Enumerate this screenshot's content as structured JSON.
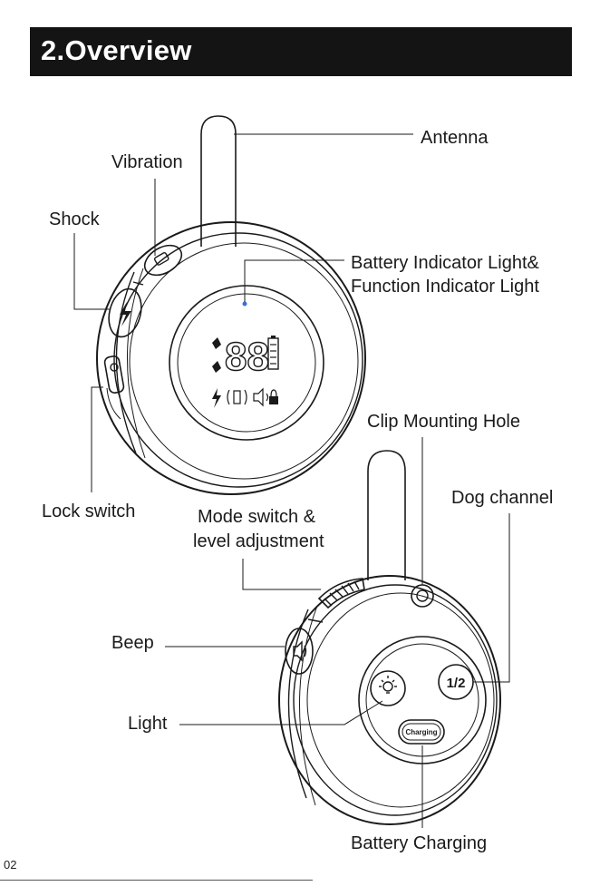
{
  "header": {
    "title": "2.Overview"
  },
  "labels": {
    "antenna": "Antenna",
    "vibration": "Vibration",
    "shock": "Shock",
    "battery_line1": "Battery Indicator Light&",
    "battery_line2": "Function Indicator Light",
    "clip": "Clip Mounting Hole",
    "dog_channel": "Dog channel",
    "lock_switch": "Lock switch",
    "mode_line1": "Mode switch &",
    "mode_line2": "level adjustment",
    "beep": "Beep",
    "light": "Light",
    "battery_charging": "Battery Charging"
  },
  "device": {
    "lcd_digits": "88",
    "dog_channel_button": "1/2",
    "charging_port_label": "Charging"
  },
  "footer": {
    "page_number": "02"
  },
  "colors": {
    "header_bg": "#141414",
    "indicator_led": "#3a6fd8"
  }
}
